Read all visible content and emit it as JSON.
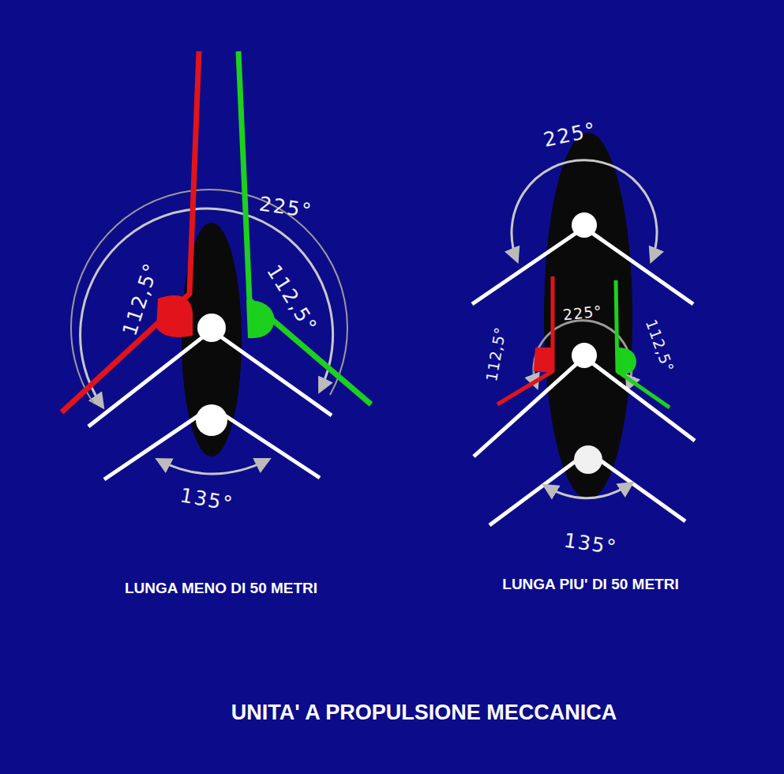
{
  "diagram": {
    "caption": "UNITA' A PROPULSIONE MECCANICA",
    "labels": [
      "225°",
      "112,5°",
      "112,5°",
      "135°",
      "225°",
      "112,5°",
      "225°",
      "112,5°",
      "135°",
      "LUNGA MENO DI 50 METRI",
      "LUNGA PIU' DI 50 METRI"
    ]
  }
}
